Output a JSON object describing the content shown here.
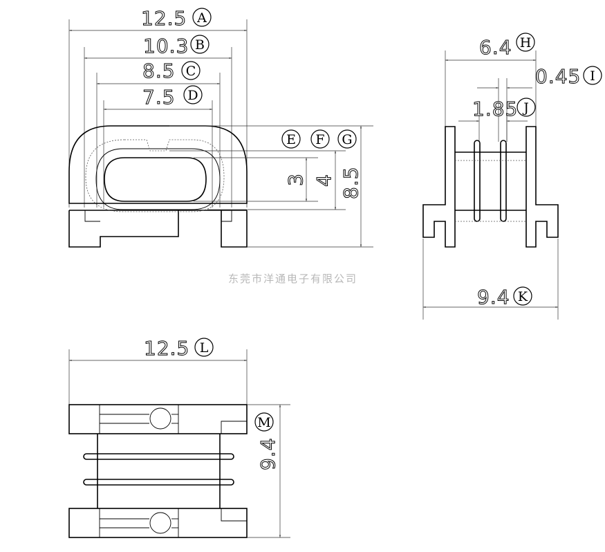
{
  "watermark": "东莞市洋通电子有限公司",
  "dimensions": {
    "A": {
      "value": "12.5",
      "letter": "A"
    },
    "B": {
      "value": "10.3",
      "letter": "B"
    },
    "C": {
      "value": "8.5",
      "letter": "C"
    },
    "D": {
      "value": "7.5",
      "letter": "D"
    },
    "E": {
      "value": "3",
      "letter": "E"
    },
    "F": {
      "value": "4",
      "letter": "F"
    },
    "G": {
      "value": "8.5",
      "letter": "G"
    },
    "H": {
      "value": "6.4",
      "letter": "H"
    },
    "I": {
      "value": "0.45",
      "letter": "I"
    },
    "J": {
      "value": "1.85",
      "letter": "J"
    },
    "K": {
      "value": "9.4",
      "letter": "K"
    },
    "L": {
      "value": "12.5",
      "letter": "L"
    },
    "M": {
      "value": "9.4",
      "letter": "M"
    }
  }
}
